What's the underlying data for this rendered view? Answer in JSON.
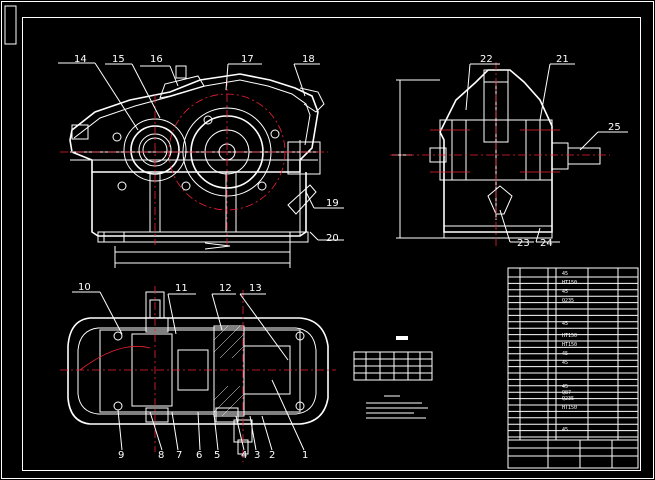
{
  "balloons": {
    "front": [
      "14",
      "15",
      "16",
      "17",
      "18",
      "19",
      "20"
    ],
    "side": [
      "22",
      "21",
      "25",
      "23",
      "24"
    ],
    "plan_top": [
      "10",
      "11",
      "12",
      "13"
    ],
    "plan_bottom": [
      "9",
      "8",
      "7",
      "6",
      "5",
      "4",
      "3",
      "2",
      "1"
    ]
  },
  "table_text": {
    "rows_right": [
      "45",
      "HT150",
      "45",
      "Q235",
      "45",
      "HT150",
      "HT150",
      "45",
      "45",
      "45",
      "Q87",
      "Q235",
      "HT150",
      "45"
    ]
  },
  "colors": {
    "background": "#000000",
    "lines": "#ffffff",
    "centerlines": "#e02233"
  }
}
